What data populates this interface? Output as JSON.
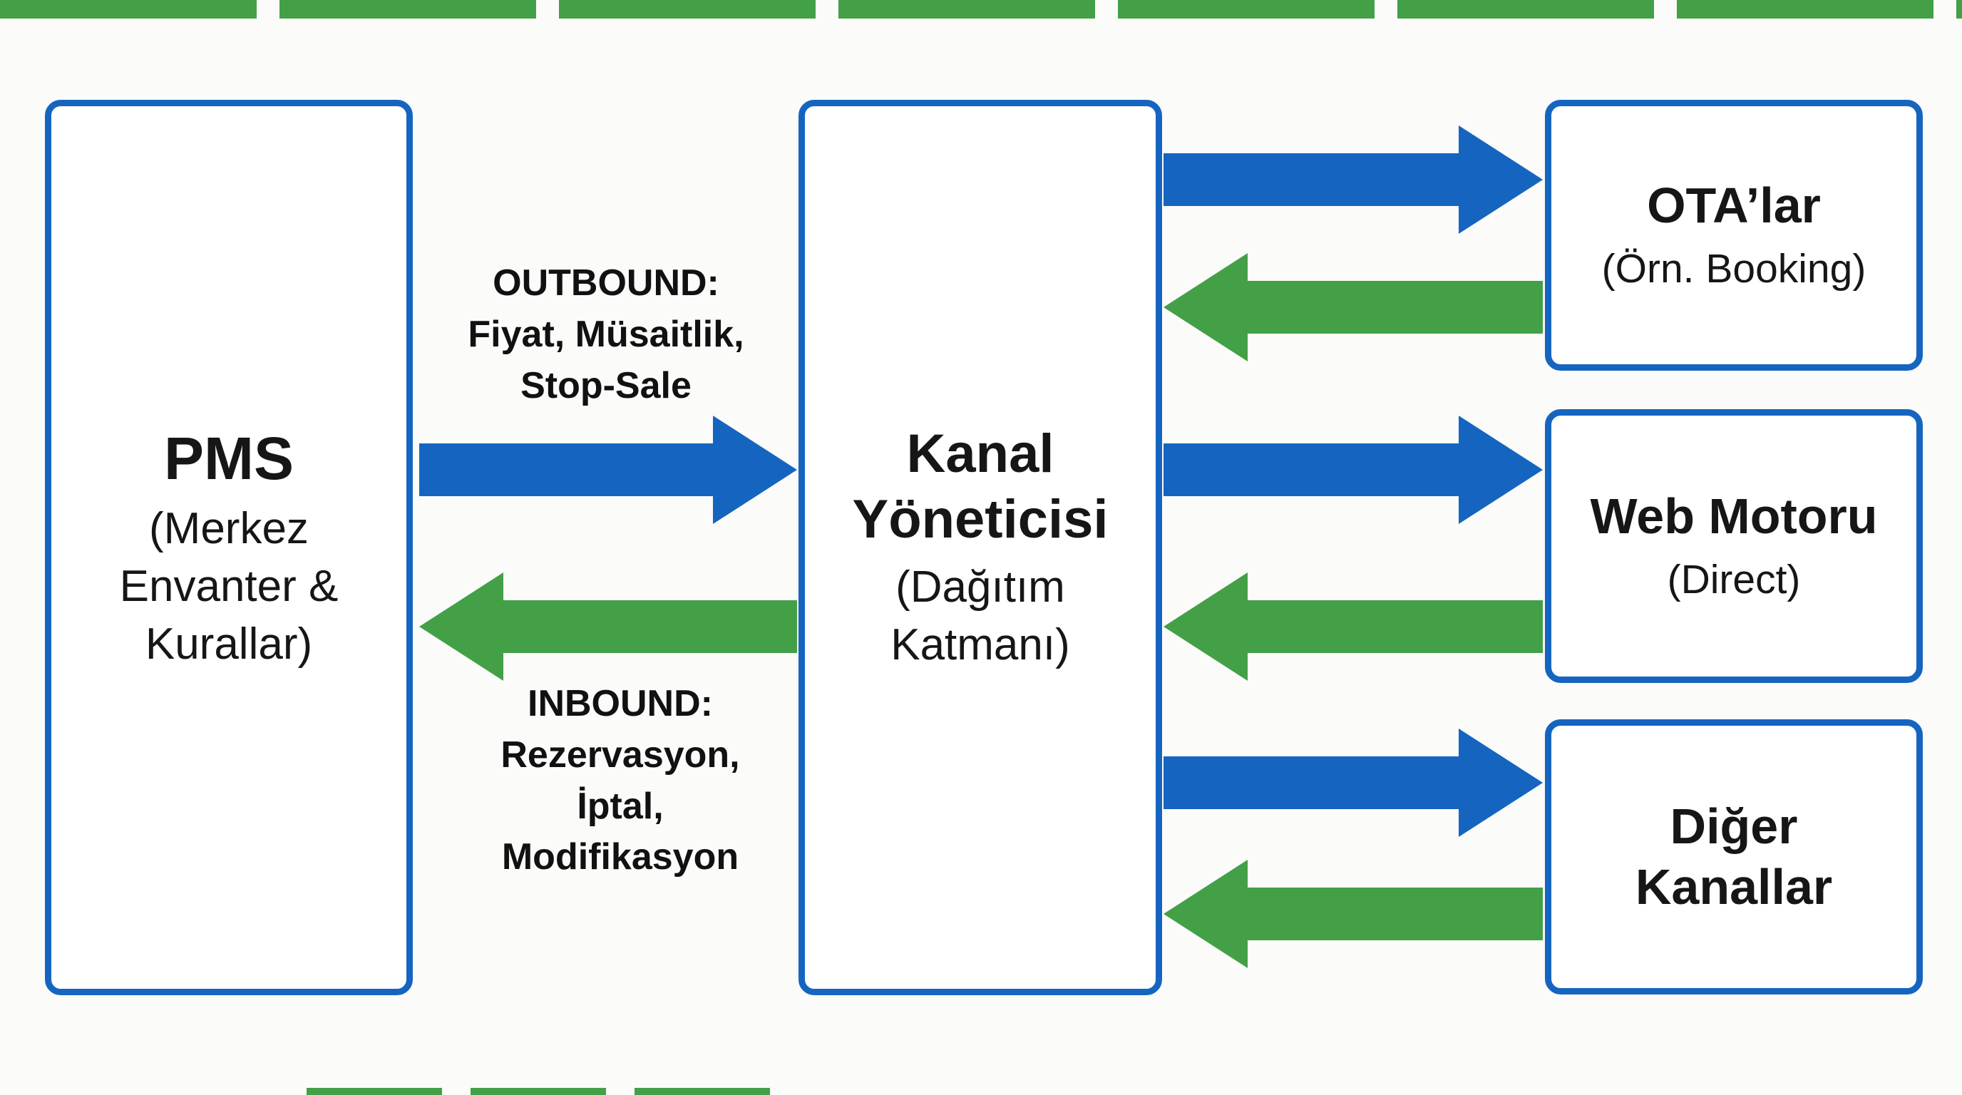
{
  "pms": {
    "title": "PMS",
    "subtitle": "(Merkez\nEnvanter &\nKurallar)"
  },
  "channel_manager": {
    "title": "Kanal\nYöneticisi",
    "subtitle": "(Dağıtım\nKatmanı)"
  },
  "channels": [
    {
      "title": "OTA’lar",
      "subtitle": "(Örn. Booking)"
    },
    {
      "title": "Web Motoru",
      "subtitle": "(Direct)"
    },
    {
      "title": "Diğer\nKanallar",
      "subtitle": ""
    }
  ],
  "labels": {
    "outbound": "OUTBOUND:\nFiyat, Müsaitlik,\nStop-Sale",
    "inbound": "INBOUND:\nRezervasyon,\nİptal,\nModifikasyon"
  },
  "colors": {
    "blue": "#1565c0",
    "green": "#43a047"
  }
}
